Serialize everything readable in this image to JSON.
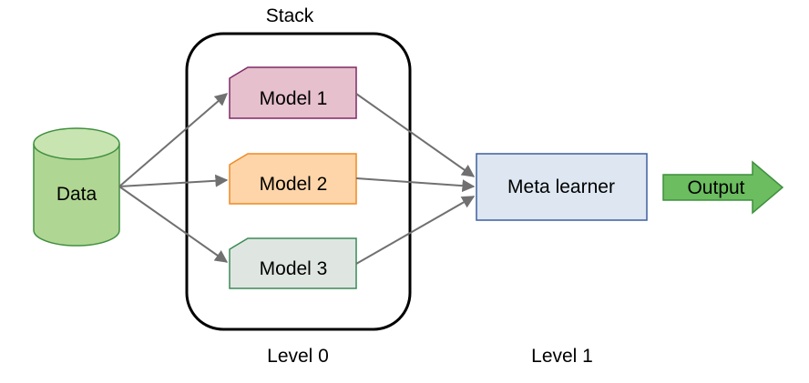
{
  "diagram": {
    "stack_label": "Stack",
    "data_label": "Data",
    "models": [
      {
        "label": "Model 1",
        "fill": "#e6c0cc",
        "stroke": "#7f2a67"
      },
      {
        "label": "Model 2",
        "fill": "#fdd5a9",
        "stroke": "#f08a24"
      },
      {
        "label": "Model 3",
        "fill": "#dfe6e1",
        "stroke": "#3a8a57"
      }
    ],
    "meta_label": "Meta learner",
    "output_label": "Output",
    "level0_label": "Level 0",
    "level1_label": "Level 1",
    "colors": {
      "data_fill": "#b0d693",
      "data_top": "#c8e4b0",
      "data_stroke": "#3f8f3f",
      "meta_fill": "#dde6f1",
      "meta_stroke": "#3f5f9f",
      "output_fill": "#6bbd5f",
      "output_stroke": "#3f8f3f",
      "arrow": "#707070",
      "stack_stroke": "#000000"
    }
  }
}
